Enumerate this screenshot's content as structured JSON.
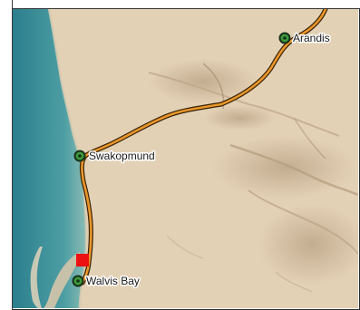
{
  "map": {
    "places": [
      {
        "id": "arandis",
        "label": "Arandis"
      },
      {
        "id": "swakopmund",
        "label": "Swakopmund"
      },
      {
        "id": "walvis-bay",
        "label": "Walvis Bay"
      }
    ]
  },
  "colors": {
    "ocean": "#3f8f99",
    "ocean_deep": "#2f7a86",
    "land": "#e2cfb4",
    "road_fill": "#e8962a",
    "road_casing": "#3a2206",
    "place_marker_ring": "#1c3a1c",
    "place_marker_fill": "#3d9a3a",
    "airport_marker": "#ee1111"
  }
}
